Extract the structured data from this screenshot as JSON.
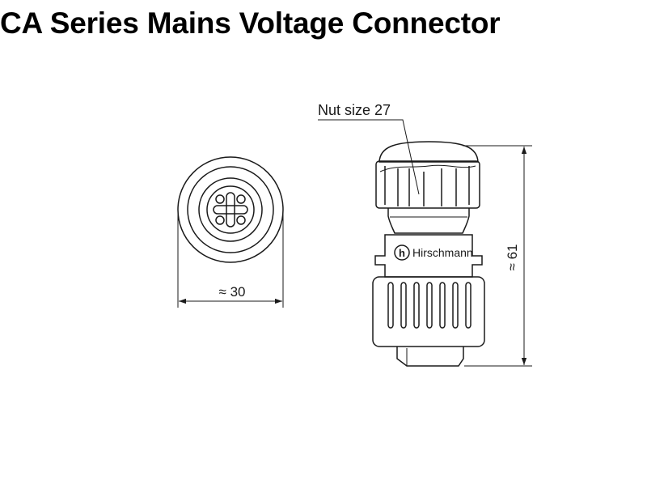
{
  "title": "CA Series Mains Voltage Connector",
  "front_view": {
    "width_label": "≈ 30"
  },
  "side_view": {
    "nut_label": "Nut size 27",
    "brand_label": "Hirschmann",
    "brand_logo_letter": "h",
    "height_label": "≈ 61"
  }
}
